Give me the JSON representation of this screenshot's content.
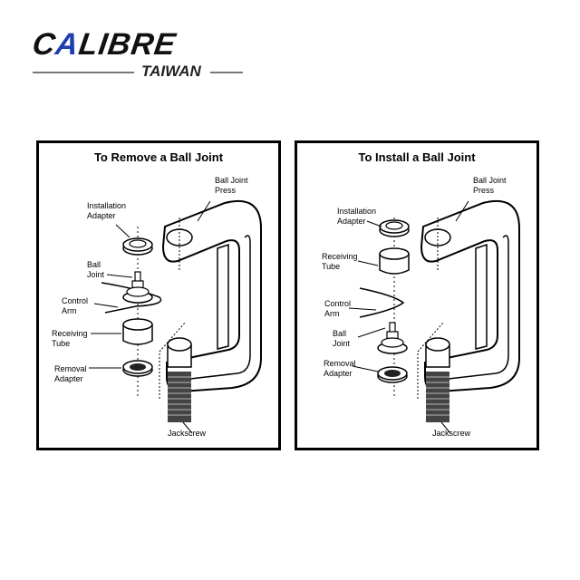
{
  "logo": {
    "brand_pre": "C",
    "brand_accent": "A",
    "brand_post": "LIBRE",
    "sub": "TAIWAN",
    "accent_color": "#1e3fb0"
  },
  "remove_panel": {
    "title": "To Remove a Ball Joint",
    "labels": {
      "press": [
        "Ball Joint",
        "Press"
      ],
      "install_adapter": [
        "Installation",
        "Adapter"
      ],
      "ball_joint": [
        "Ball",
        "Joint"
      ],
      "control_arm": [
        "Control",
        "Arm"
      ],
      "receiving_tube": [
        "Receiving",
        "Tube"
      ],
      "removal_adapter": [
        "Removal",
        "Adapter"
      ],
      "jackscrew": "Jackscrew"
    }
  },
  "install_panel": {
    "title": "To Install a Ball Joint",
    "labels": {
      "press": [
        "Ball Joint",
        "Press"
      ],
      "install_adapter": [
        "Installation",
        "Adapter"
      ],
      "receiving_tube": [
        "Receiving",
        "Tube"
      ],
      "control_arm": [
        "Control",
        "Arm"
      ],
      "ball_joint": [
        "Ball",
        "Joint"
      ],
      "removal_adapter": [
        "Removal",
        "Adapter"
      ],
      "jackscrew": "Jackscrew"
    }
  }
}
